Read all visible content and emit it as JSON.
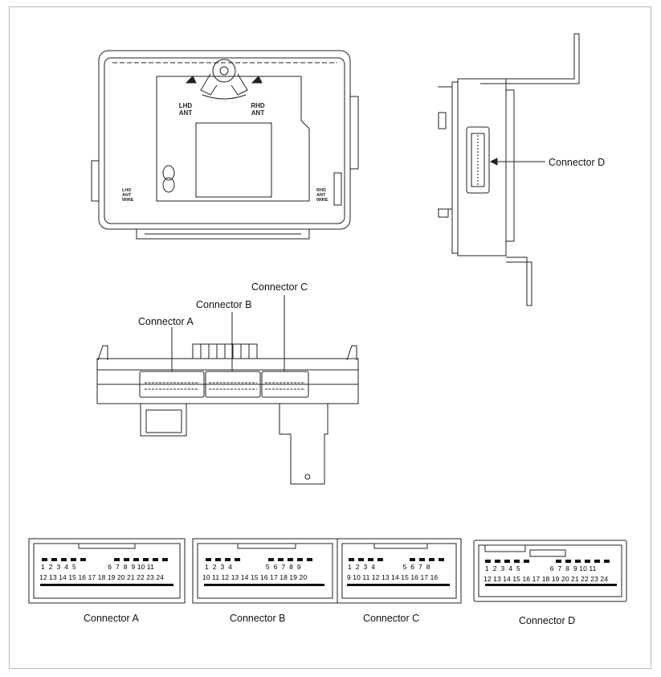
{
  "module_top": {
    "lhd_label": "LHD ANT",
    "rhd_label": "RHD ANT",
    "lhd_wire_label": "LHD ANT WIRE",
    "rhd_wire_label": "RHD ANT WIRE"
  },
  "callouts": {
    "connector_a": "Connector A",
    "connector_b": "Connector B",
    "connector_c": "Connector C",
    "connector_d": "Connector D"
  },
  "pinouts": [
    {
      "name": "Connector A",
      "top_row": "1  2  3  4  5                6  7  8  9 10 11",
      "bottom_row": "12 13 14 15 16 17 18 19 20 21 22 23 24"
    },
    {
      "name": "Connector B",
      "top_row": "1  2  3  4                 5  6  7  8  9",
      "bottom_row": "10 11 12 13 14 15 16 17 18 19 20"
    },
    {
      "name": "Connector C",
      "top_row": "1  2  3  4              5  6  7  8",
      "bottom_row": "9 10 11 12 13 14 15 16 17 16"
    },
    {
      "name": "Connector D",
      "top_row": "1  2  3  4  5               6  7  8  9 10 11",
      "bottom_row": "12 13 14 15 16 17 18 19 20 21 22 23 24"
    }
  ]
}
